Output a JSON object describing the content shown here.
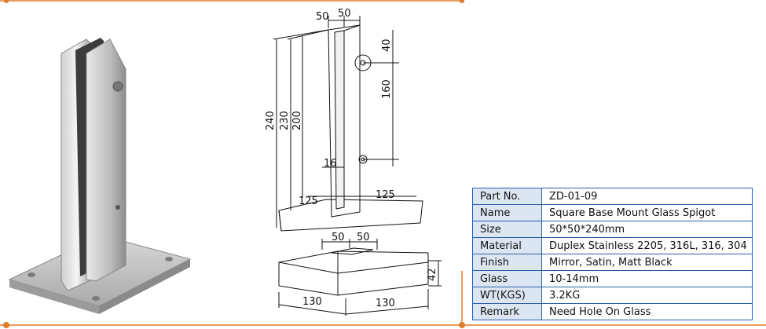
{
  "product_photo": {
    "alt": "Square base mount glass spigot"
  },
  "drawing": {
    "top_width_left": "50",
    "top_width_right": "50",
    "hole_offset": "40",
    "hole_spacing": "160",
    "height_overall": "240",
    "height_230": "230",
    "height_200": "200",
    "slot_width": "16",
    "base_left": "125",
    "base_right": "125"
  },
  "base_plate_drawing": {
    "top_left": "50",
    "top_right": "50",
    "height": "42",
    "width_left": "130",
    "width_right": "130"
  },
  "specs": [
    {
      "key": "Part No.",
      "value": "ZD-01-09"
    },
    {
      "key": "Name",
      "value": "Square Base Mount Glass Spigot"
    },
    {
      "key": "Size",
      "value": "50*50*240mm"
    },
    {
      "key": "Material",
      "value": "Duplex Stainless 2205, 316L, 316, 304"
    },
    {
      "key": "Finish",
      "value": "Mirror, Satin, Matt Black"
    },
    {
      "key": "Glass",
      "value": "10-14mm"
    },
    {
      "key": "WT(KGS)",
      "value": "3.2KG"
    },
    {
      "key": "Remark",
      "value": "Need Hole On Glass"
    }
  ],
  "colors": {
    "accent": "#e07b2a",
    "table_border": "#2b5fa8",
    "key_fill": "#dce6f3"
  }
}
